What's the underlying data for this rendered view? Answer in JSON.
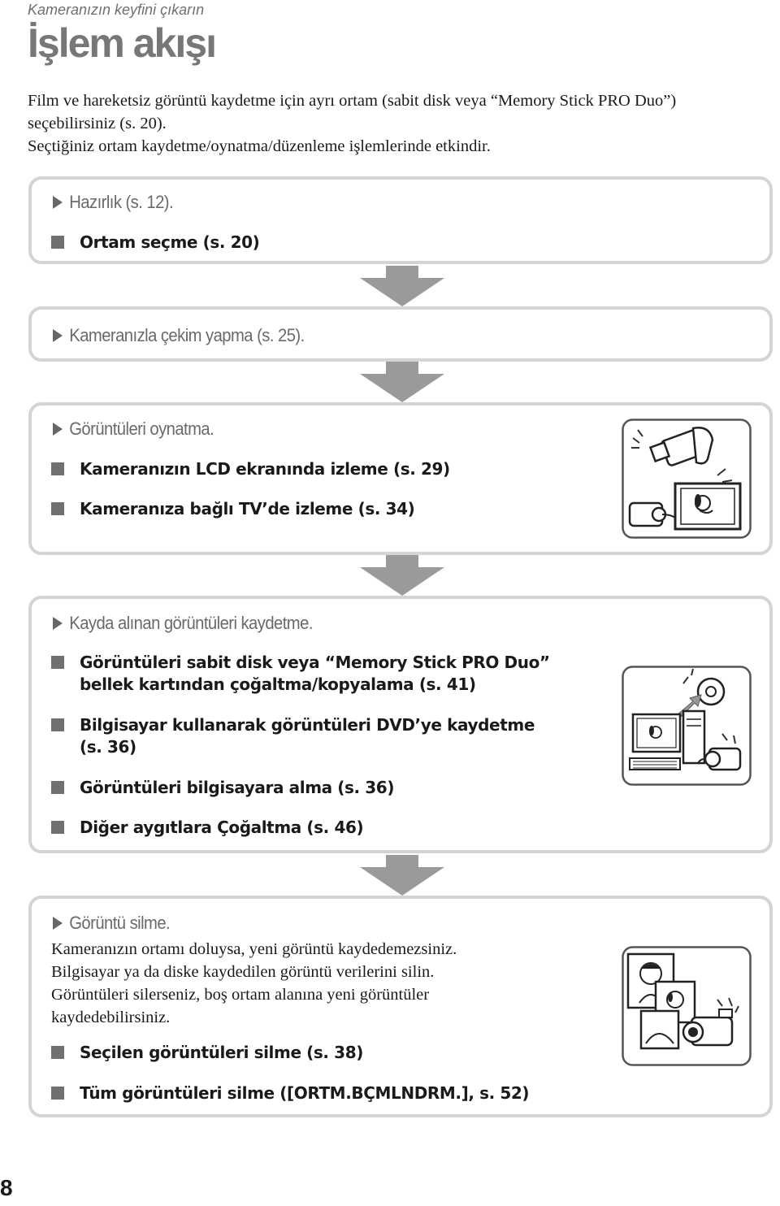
{
  "header": {
    "kicker": "Kameranızın keyfini çıkarın",
    "title": "İşlem akışı"
  },
  "intro": {
    "line1": "Film ve hareketsiz görüntü kaydetme için ayrı ortam (sabit disk veya “Memory Stick PRO Duo”)",
    "line2": "seçebilirsiniz (s. 20).",
    "line3": "Seçtiğiniz ortam kaydetme/oynatma/düzenleme işlemlerinde etkindir."
  },
  "steps": {
    "prepare": {
      "heading": "Hazırlık (s. 12).",
      "items": [
        "Ortam seçme (s. 20)"
      ]
    },
    "record": {
      "heading": "Kameranızla çekim yapma (s. 25)."
    },
    "play": {
      "heading": "Görüntüleri oynatma.",
      "items": [
        "Kameranızın LCD ekranında izleme (s. 29)",
        "Kameranıza bağlı TV’de izleme (s. 34)"
      ]
    },
    "save": {
      "heading": "Kayda alınan görüntüleri kaydetme.",
      "items": [
        [
          "Görüntüleri sabit disk veya “Memory Stick PRO Duo”",
          "bellek kartından çoğaltma/kopyalama (s. 41)"
        ],
        [
          "Bilgisayar kullanarak görüntüleri DVD’ye kaydetme",
          "(s. 36)"
        ],
        "Görüntüleri bilgisayara alma (s. 36)",
        "Diğer aygıtlara Çoğaltma (s. 46)"
      ]
    },
    "delete": {
      "heading": "Görüntü silme.",
      "para": [
        "Kameranızın ortamı doluysa, yeni görüntü kaydedemezsiniz.",
        "Bilgisayar ya da diske kaydedilen görüntü verilerini silin.",
        "Görüntüleri silerseniz, boş ortam alanına yeni görüntüler",
        "kaydedebilirsiniz."
      ],
      "items": [
        "Seçilen görüntüleri silme (s. 38)",
        "Tüm görüntüleri silme ([ORTM.BÇMLNDRM.], s. 52)"
      ]
    }
  },
  "icons": {
    "step_marker": "right-triangle-icon",
    "item_marker": "gray-square-bullet-icon",
    "flow_arrow": "down-arrow-icon",
    "play_illustration": "camcorder-tv-playback-illustration",
    "save_illustration": "computer-disc-camcorder-illustration",
    "delete_illustration": "photos-camcorder-illustration"
  },
  "colors": {
    "box_border": "#d4d4d4",
    "arrow": "#9a9a9a",
    "heading_gray": "#6a6a6a",
    "bullet_gray": "#707070"
  },
  "footer": {
    "page_number": "8"
  }
}
